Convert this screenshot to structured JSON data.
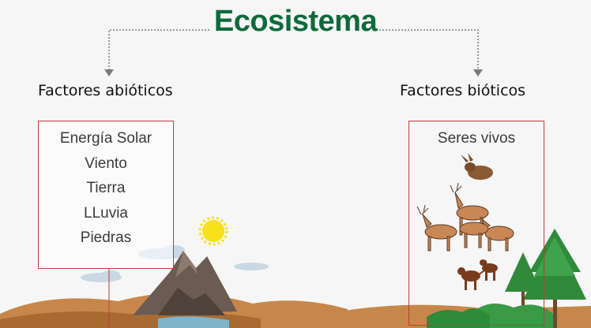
{
  "title": "Ecosistema",
  "left": {
    "heading": "Factores abióticos",
    "items": [
      "Energía Solar",
      "Viento",
      "Tierra",
      "LLuvia",
      "Piedras"
    ]
  },
  "right": {
    "heading": "Factores bióticos",
    "items": [
      "Seres vivos"
    ]
  },
  "colors": {
    "title": "#0f6a3a",
    "box_border": "#c0393a",
    "arrow": "#7a7a7a",
    "sun": "#f6e11c",
    "mountain": "#6b5b52",
    "hills": "#c8874a",
    "trees": "#2f8a3a",
    "sky": "#f6f6f6"
  },
  "icons": [
    "sun-icon",
    "mountain-icon",
    "cloud-icon",
    "rabbit-icon",
    "deer-icon",
    "monkey-icon",
    "tree-icon"
  ]
}
